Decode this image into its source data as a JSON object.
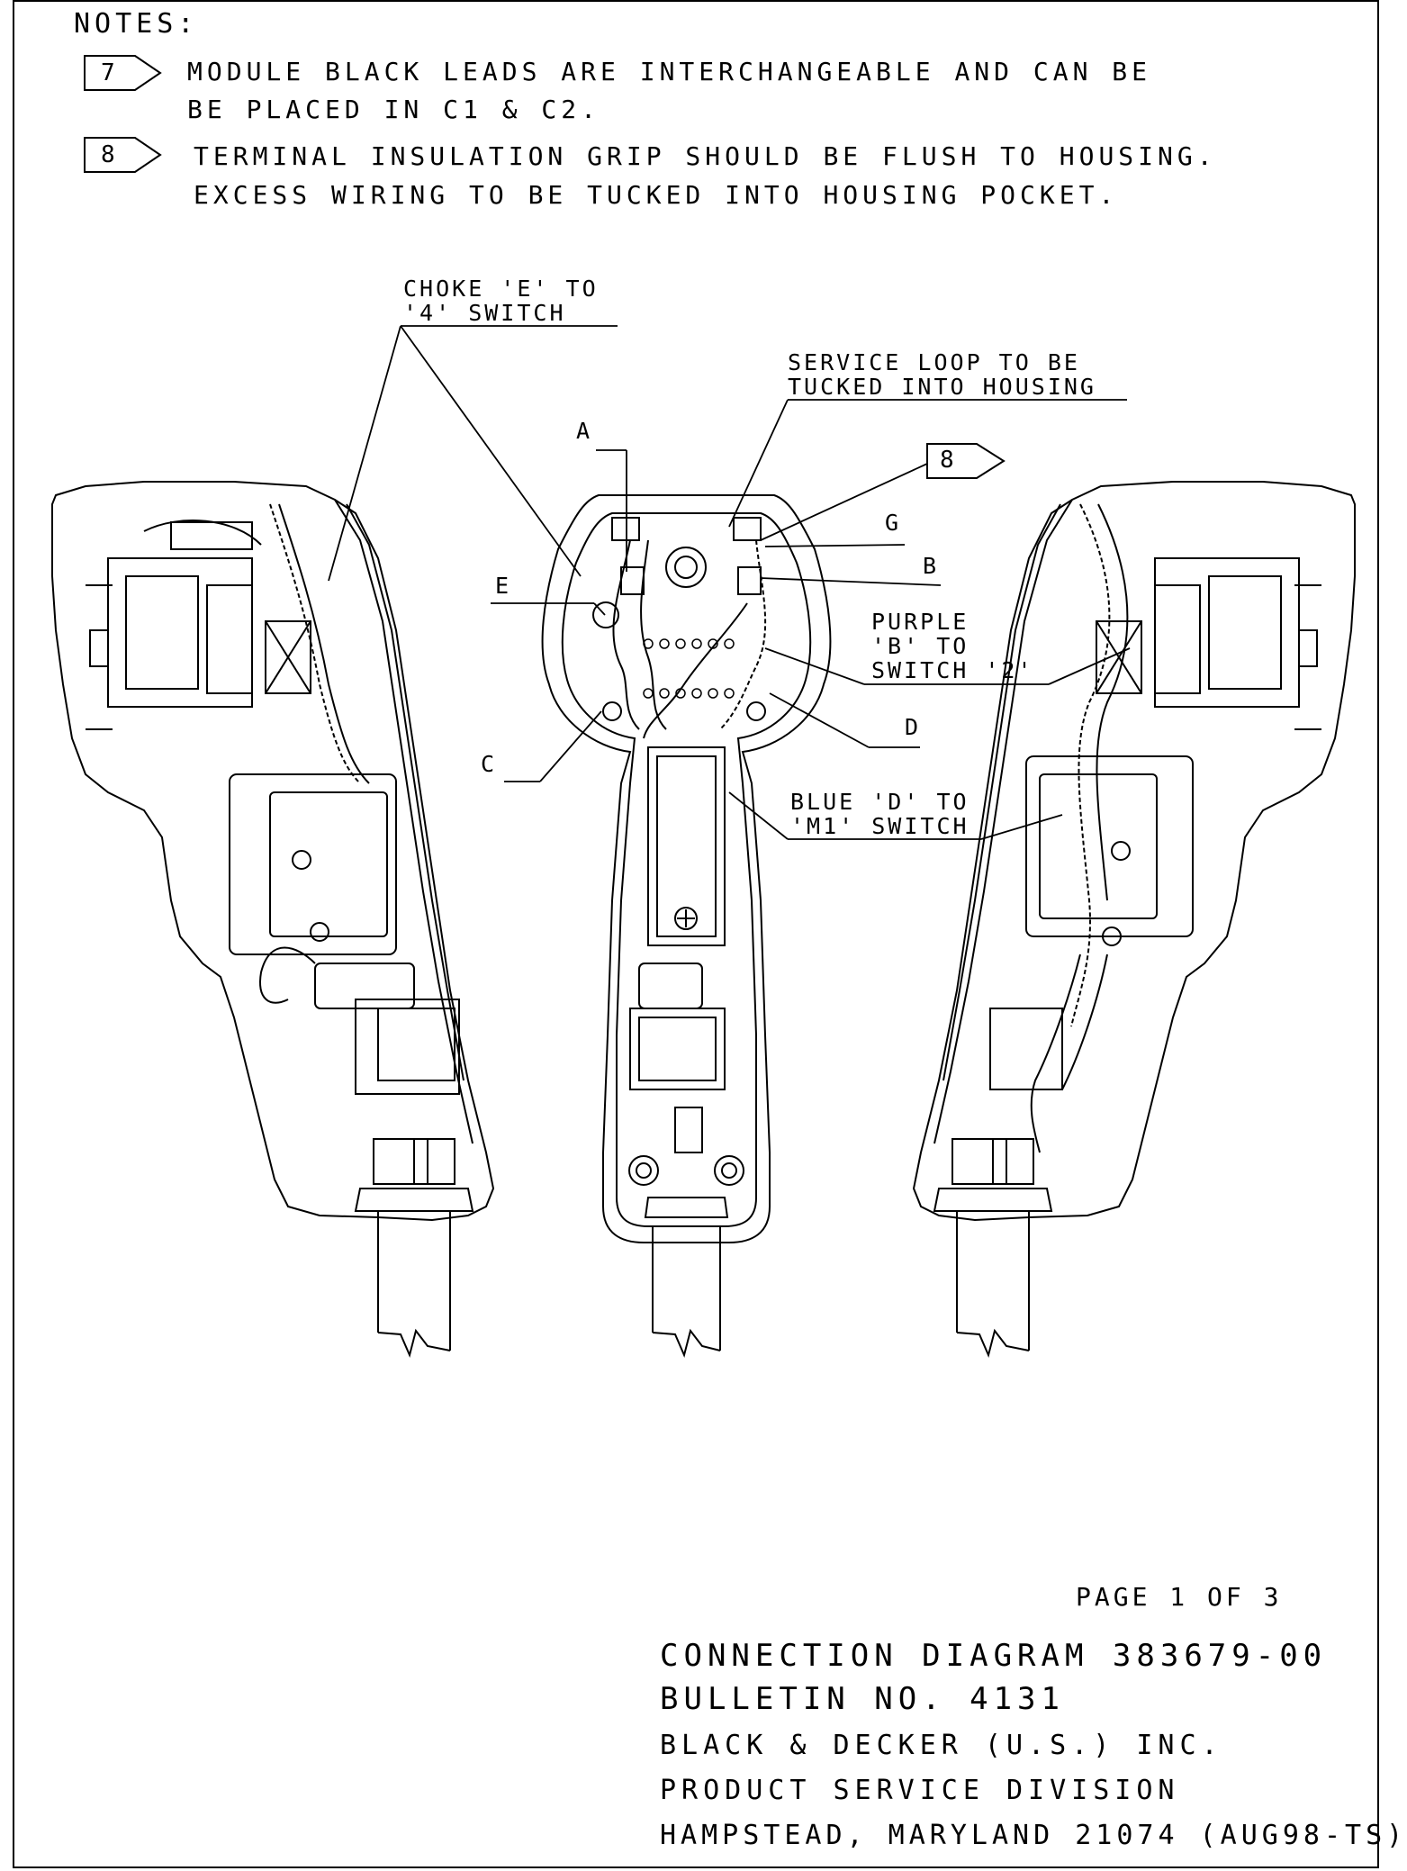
{
  "notes": {
    "header": "NOTES:",
    "items": [
      {
        "num": "7",
        "line1": "MODULE BLACK LEADS ARE INTERCHANGEABLE AND CAN BE",
        "line2": "BE PLACED IN C1 & C2."
      },
      {
        "num": "8",
        "line1": "TERMINAL INSULATION GRIP SHOULD BE FLUSH TO HOUSING.",
        "line2": "EXCESS WIRING TO BE TUCKED INTO HOUSING POCKET."
      }
    ]
  },
  "callouts": {
    "choke_line1": "CHOKE 'E' TO",
    "choke_line2": "'4' SWITCH",
    "service_line1": "SERVICE LOOP TO BE",
    "service_line2": "TUCKED INTO HOUSING",
    "flag8": "8",
    "A": "A",
    "E": "E",
    "G": "G",
    "B": "B",
    "C": "C",
    "D": "D",
    "purple_line1": "PURPLE",
    "purple_line2": "'B' TO",
    "purple_line3": "SWITCH '2'",
    "blue_line1": "BLUE 'D' TO",
    "blue_line2": "'M1' SWITCH"
  },
  "title_block": {
    "page": "PAGE 1 OF 3",
    "title": "CONNECTION DIAGRAM 383679-00",
    "bulletin": "BULLETIN NO. 4131",
    "company": "BLACK & DECKER (U.S.) INC.",
    "division": "PRODUCT SERVICE DIVISION",
    "location": "HAMPSTEAD, MARYLAND 21074 (AUG98-TS)"
  }
}
